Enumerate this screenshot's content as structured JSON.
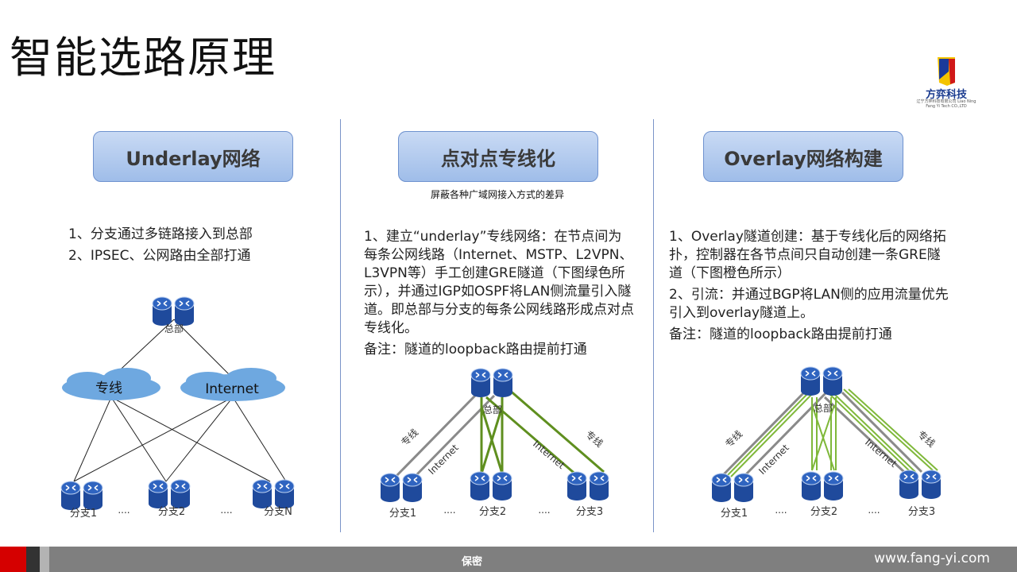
{
  "title": "智能选路原理",
  "logo": {
    "name": "方弈科技",
    "sub": "辽宁方弈科技有限公司 Liao Ning Fang Yi Tech CO.,LTD"
  },
  "columns": [
    {
      "header": "Underlay网络",
      "lines": [
        "1、分支通过多链路接入到总部",
        "2、IPSEC、公网路由全部打通"
      ]
    },
    {
      "header": "点对点专线化",
      "subnote": "屏蔽各种广域网接入方式的差异",
      "lines": [
        "1、建立“underlay”专线网络：在节点间为每条公网线路（Internet、MSTP、L2VPN、L3VPN等）手工创建GRE隧道（下图绿色所示），并通过IGP如OSPF将LAN侧流量引入隧道。即总部与分支的每条公网线路形成点对点专线化。",
        "备注：隧道的loopback路由提前打通"
      ]
    },
    {
      "header": "Overlay网络构建",
      "lines": [
        "1、Overlay隧道创建：基于专线化后的网络拓扑，控制器在各节点间只自动创建一条GRE隧道（下图橙色所示）",
        "2、引流：并通过BGP将LAN侧的应用流量优先引入到overlay隧道上。",
        "备注：隧道的loopback路由提前打通"
      ]
    }
  ],
  "diagram1": {
    "hq": "总部",
    "cloud1": "专线",
    "cloud2": "Internet",
    "branches": [
      "分支1",
      "分支2",
      "分支N"
    ],
    "ellipsis": [
      "....",
      "...."
    ]
  },
  "diagram2": {
    "hq": "总部",
    "link_labels": [
      "专线",
      "Internet",
      "Internet",
      "专线"
    ],
    "branches": [
      "分支1",
      "分支2",
      "分支3"
    ],
    "ellipsis": [
      "....",
      "...."
    ]
  },
  "diagram3": {
    "hq": "总部",
    "link_labels": [
      "专线",
      "Internet",
      "Internet",
      "专线"
    ],
    "branches": [
      "分支1",
      "分支2",
      "分支3"
    ],
    "ellipsis": [
      "....",
      "...."
    ]
  },
  "footer": {
    "center": "保密",
    "url": "www.fang-yi.com"
  },
  "colors": {
    "router": "#1f4a9c",
    "tunnel_green": "#5f8f1f",
    "link_gray": "#8a8a8a",
    "cloud": "#6ea8e0",
    "pill": "#b4cdee"
  }
}
